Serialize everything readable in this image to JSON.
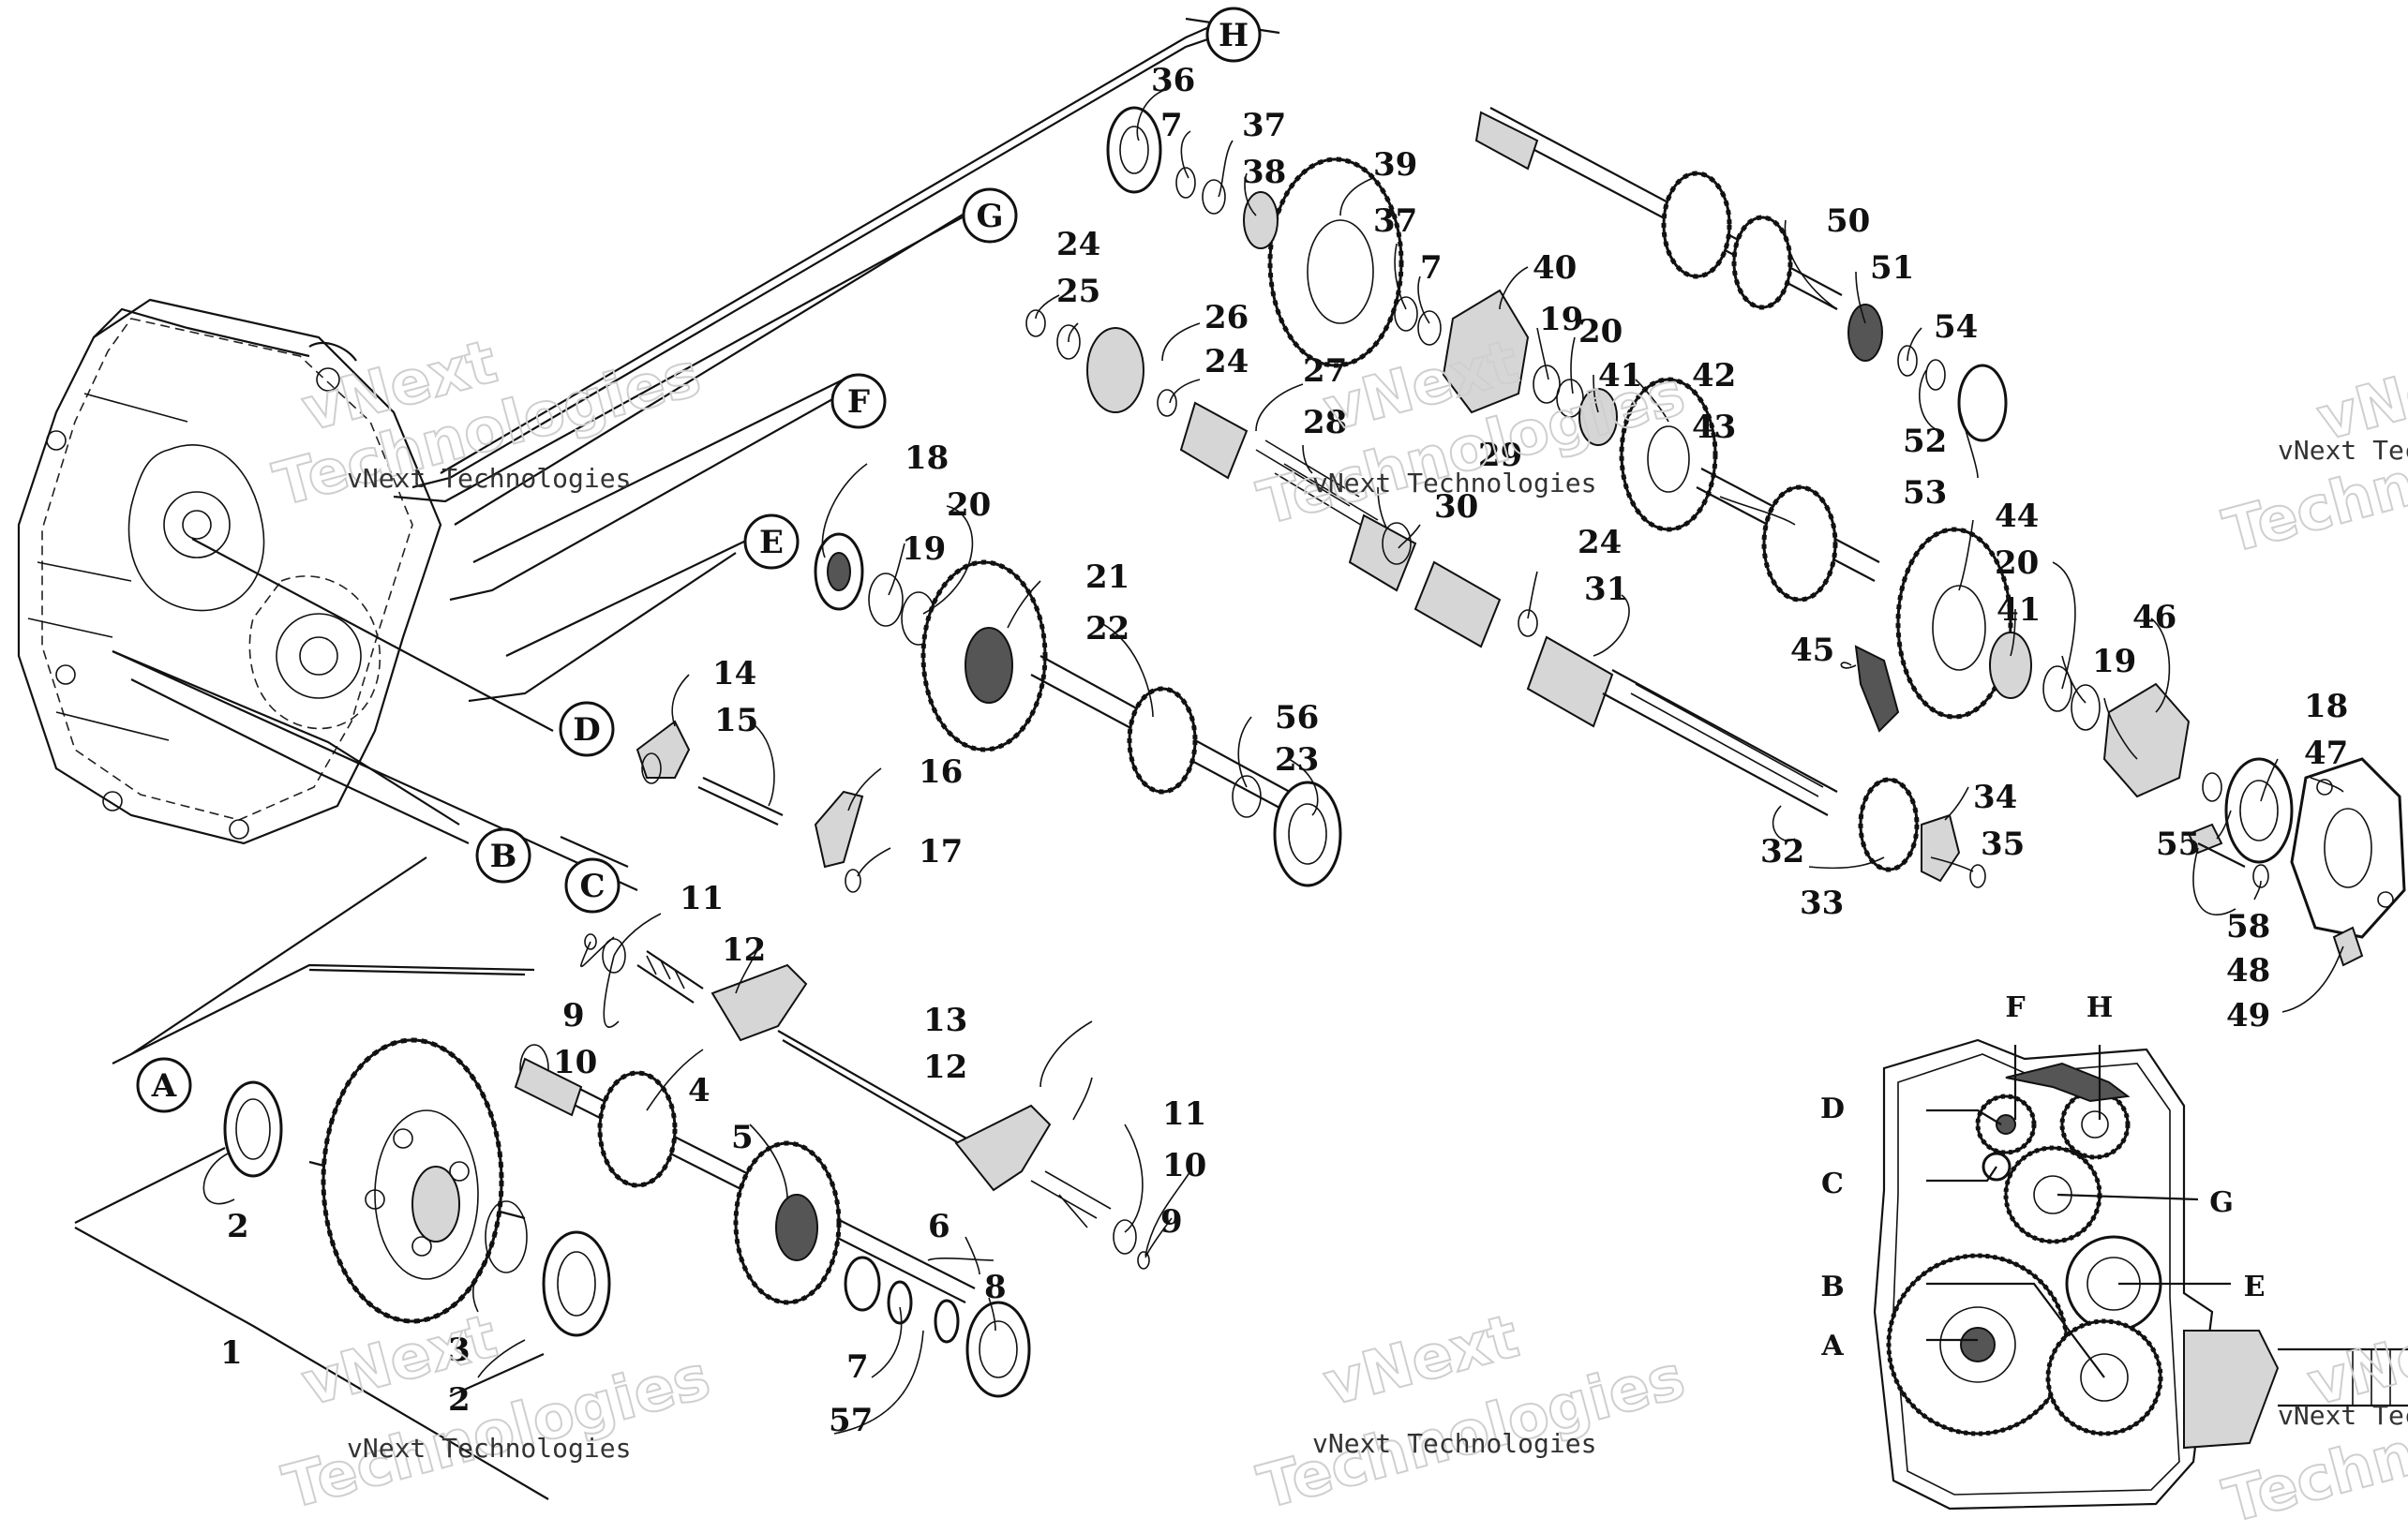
{
  "labels": {
    "shaft_letters": [
      "A",
      "B",
      "C",
      "D",
      "E",
      "F",
      "G",
      "H"
    ],
    "inset_letters": [
      "A",
      "B",
      "C",
      "D",
      "E",
      "F",
      "G",
      "H"
    ],
    "part_numbers": [
      "1",
      "2",
      "2",
      "3",
      "4",
      "5",
      "6",
      "7",
      "57",
      "8",
      "9",
      "10",
      "11",
      "12",
      "13",
      "12",
      "11",
      "10",
      "9",
      "14",
      "15",
      "16",
      "17",
      "18",
      "19",
      "20",
      "21",
      "22",
      "56",
      "23",
      "24",
      "25",
      "26",
      "24",
      "27",
      "28",
      "29",
      "30",
      "24",
      "31",
      "32",
      "33",
      "34",
      "35",
      "36",
      "7",
      "37",
      "38",
      "39",
      "37",
      "7",
      "40",
      "19",
      "20",
      "41",
      "42",
      "43",
      "50",
      "51",
      "54",
      "52",
      "53",
      "44",
      "20",
      "41",
      "45",
      "46",
      "19",
      "18",
      "47",
      "55",
      "58",
      "48",
      "49"
    ]
  },
  "watermark": {
    "text": "vNext Technologies",
    "line1": "vNext",
    "line2": "Technologies"
  }
}
